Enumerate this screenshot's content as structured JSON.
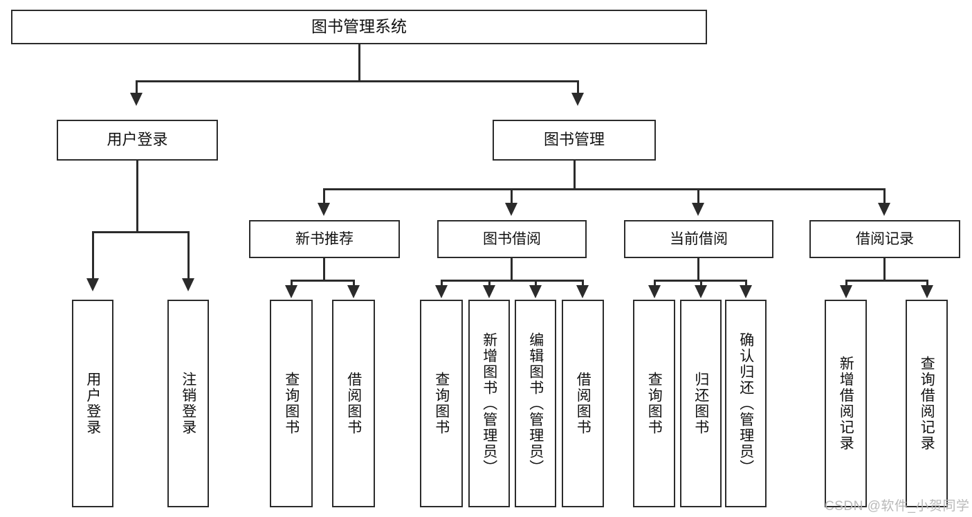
{
  "diagram": {
    "type": "tree",
    "title": "图书管理系统",
    "root": {
      "label": "图书管理系统"
    },
    "level2": [
      {
        "label": "用户登录"
      },
      {
        "label": "图书管理"
      }
    ],
    "level3": [
      {
        "label": "新书推荐"
      },
      {
        "label": "图书借阅"
      },
      {
        "label": "当前借阅"
      },
      {
        "label": "借阅记录"
      }
    ],
    "leaves": {
      "user_login": [
        {
          "label": "用户登录"
        },
        {
          "label": "注销登录"
        }
      ],
      "new_book_recommend": [
        {
          "label": "查询图书"
        },
        {
          "label": "借阅图书"
        }
      ],
      "book_borrow": [
        {
          "label": "查询图书"
        },
        {
          "label": "新增图书（管理员）"
        },
        {
          "label": "编辑图书（管理员）"
        },
        {
          "label": "借阅图书"
        }
      ],
      "current_borrow": [
        {
          "label": "查询图书"
        },
        {
          "label": "归还图书"
        },
        {
          "label": "确认归还（管理员）"
        }
      ],
      "borrow_record": [
        {
          "label": "新增借阅记录"
        },
        {
          "label": "查询借阅记录"
        }
      ]
    }
  },
  "watermark": {
    "text": "CSDN @软件_小贺同学"
  },
  "colors": {
    "stroke": "#2b2b2b",
    "background": "#ffffff",
    "text": "#111111",
    "watermark": "#b9b9b9"
  }
}
